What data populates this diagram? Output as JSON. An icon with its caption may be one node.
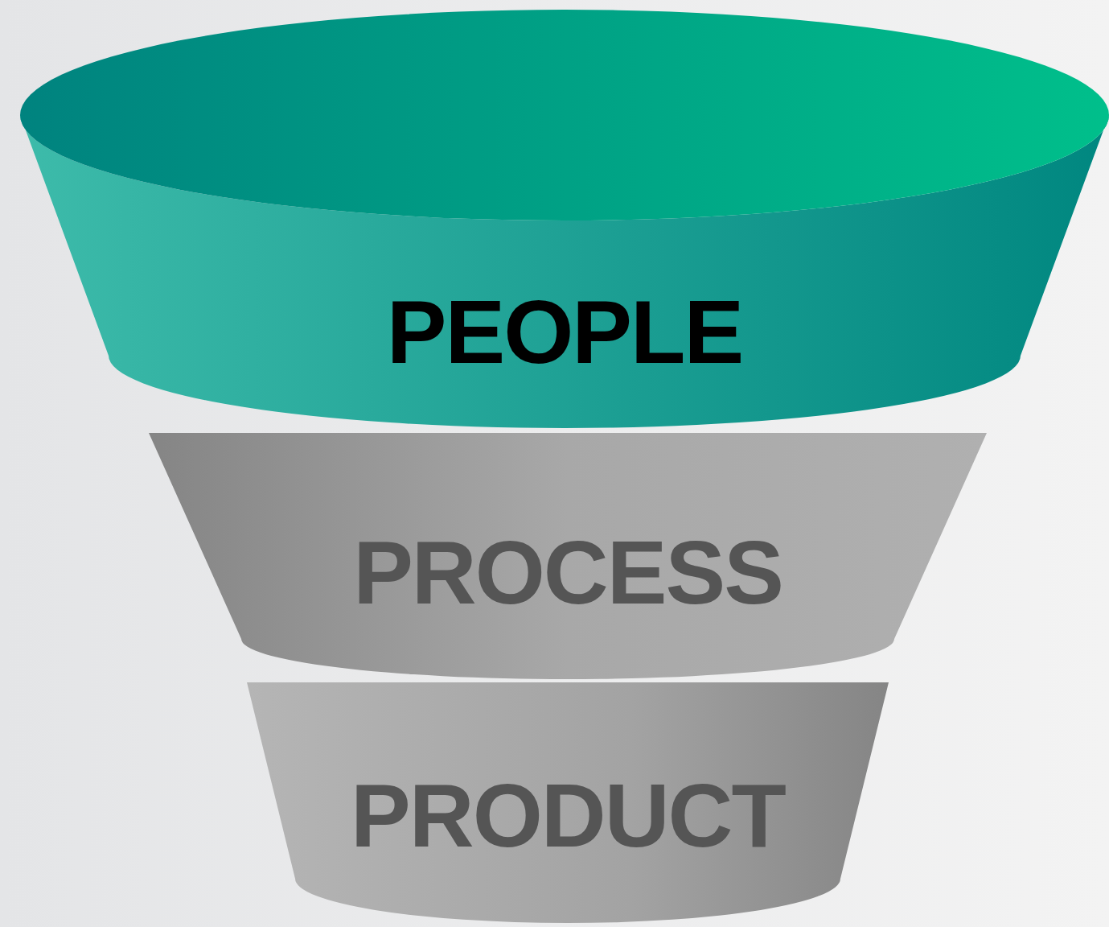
{
  "diagram": {
    "nodes": [
      {
        "text": [
          "PEOPLE"
        ]
      },
      {
        "text": [
          "PROCESS"
        ]
      },
      {
        "text": [
          "PRODUCT"
        ]
      }
    ]
  }
}
